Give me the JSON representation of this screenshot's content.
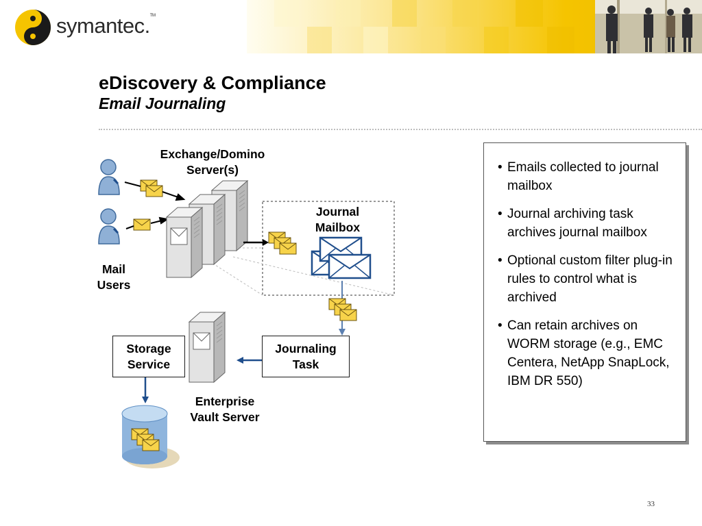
{
  "header": {
    "brand": "symantec.",
    "brand_tm": "TM"
  },
  "slide": {
    "title": "eDiscovery & Compliance",
    "subtitle": "Email Journaling",
    "page_number": "33"
  },
  "diagram": {
    "exchange_label": "Exchange/Domino Server(s)",
    "journal_mailbox_label": "Journal Mailbox",
    "mail_users_label": "Mail Users",
    "enterprise_vault_label": "Enterprise Vault Server",
    "storage_service_label": "Storage Service",
    "journaling_task_label": "Journaling Task"
  },
  "bullets": [
    "Emails collected to journal mailbox",
    "Journal archiving task archives journal mailbox",
    "Optional custom filter plug-in rules to control what is archived",
    "Can retain archives on WORM storage (e.g., EMC Centera, NetApp SnapLock, IBM DR 550)"
  ],
  "colors": {
    "brand_yellow": "#f5c400",
    "arrow_blue": "#1f4e8c",
    "envelope_yellow": "#f7d34a",
    "server_gray": "#d9d9d9",
    "user_blue": "#8fb0d6"
  }
}
